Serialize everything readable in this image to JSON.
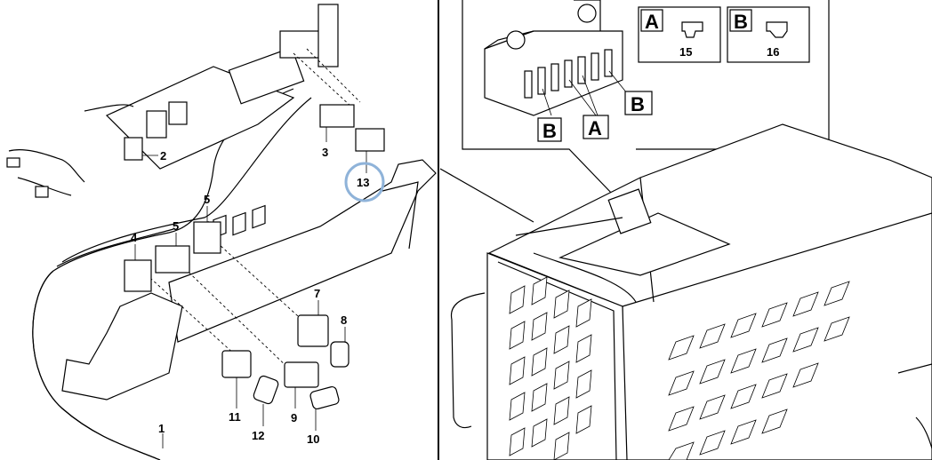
{
  "callouts": {
    "c1": "1",
    "c2": "2",
    "c3": "3",
    "c4": "4",
    "c5a": "5",
    "c5b": "5",
    "c7": "7",
    "c8": "8",
    "c9": "9",
    "c10": "10",
    "c11": "11",
    "c12": "12",
    "c13": "13",
    "c15": "15",
    "c16": "16"
  },
  "letters": {
    "box_a": "A",
    "box_b": "B",
    "inset_a": "A",
    "inset_b1": "B",
    "inset_b2": "B"
  },
  "colors": {
    "line": "#000000",
    "highlight_circle": "#8fb3d9",
    "background": "#ffffff"
  }
}
